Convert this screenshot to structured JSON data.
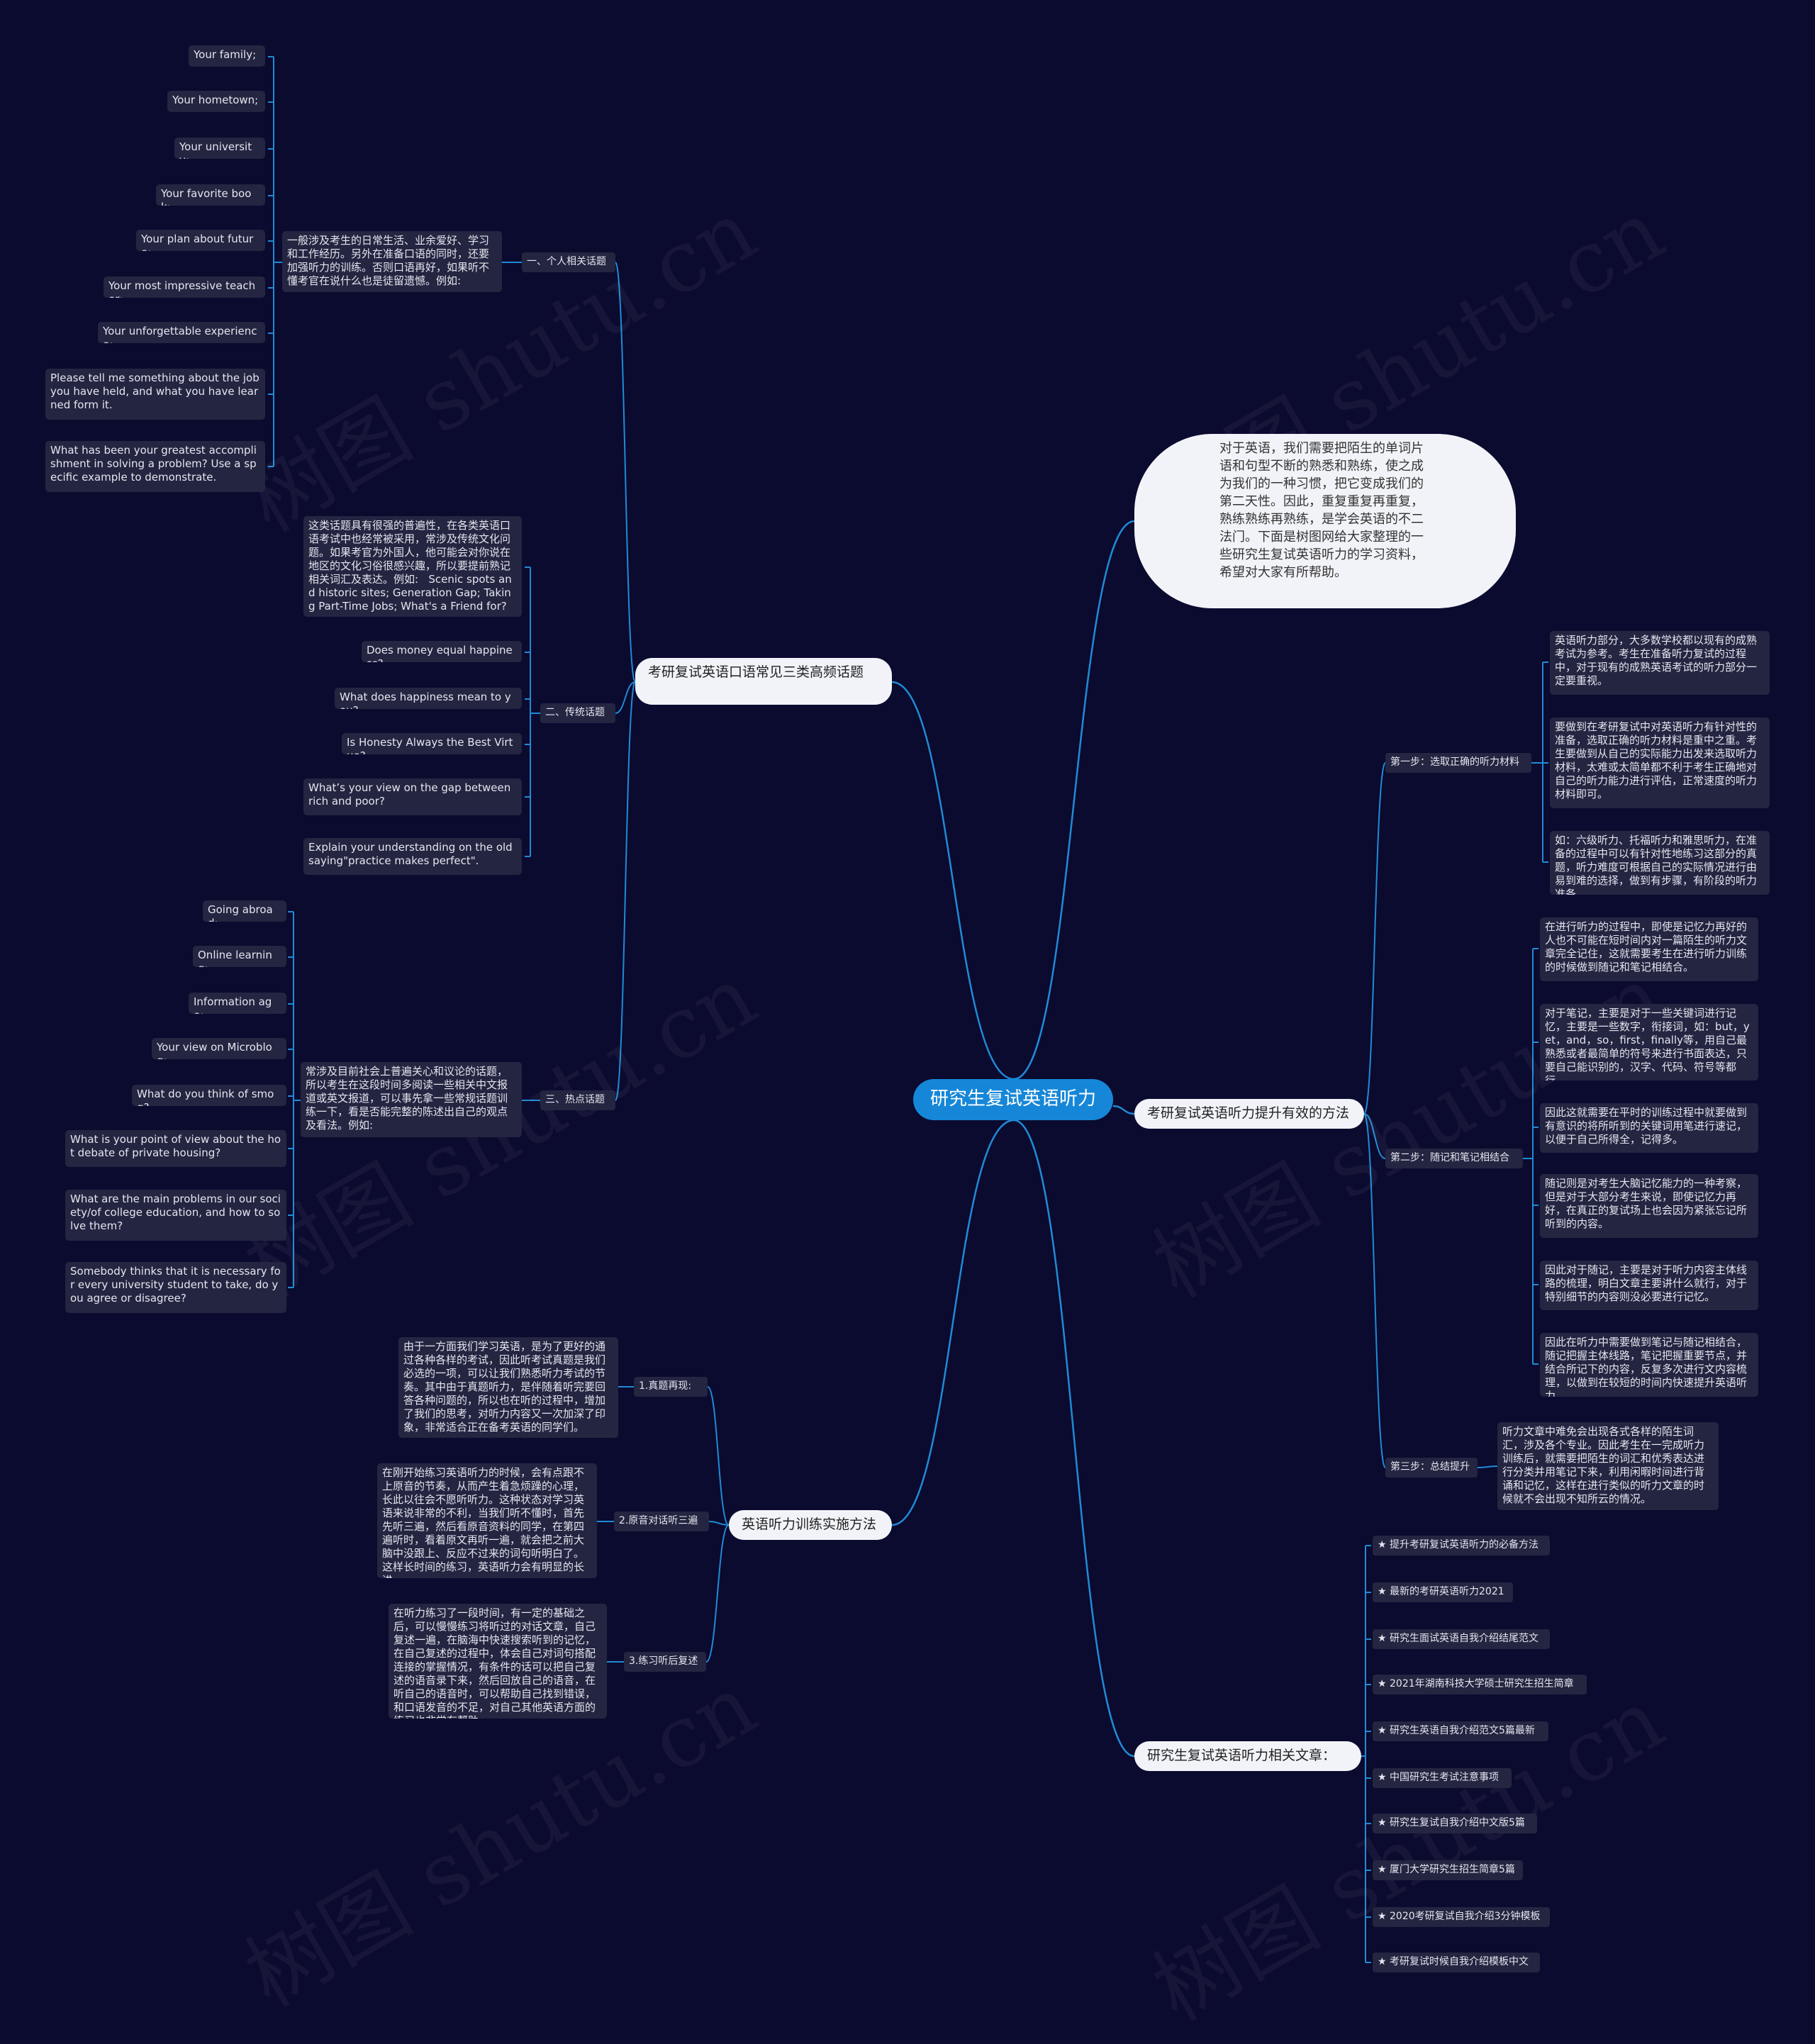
{
  "root": "研究生复试英语听力",
  "watermark": "树图 shutu.cn",
  "colors": {
    "background": "#0b0a2f",
    "line": "#1f8bd6",
    "root": "#1687d8",
    "main_node": "#f2f3f8",
    "leaf": "#242541"
  },
  "intro": "对于英语，我们需要把陌生的单词片语和句型不断的熟悉和熟练，使之成为我们的一种习惯，把它变成我们的第二天性。因此，重复重复再重复，熟练熟练再熟练，是学会英语的不二法门。下面是树图网给大家整理的一些研究生复试英语听力的学习资料，希望对大家有所帮助。",
  "topics": {
    "title": "考研复试英语口语常见三类高频话题",
    "personal": {
      "label": "一、个人相关话题",
      "desc": "一般涉及考生的日常生活、业余爱好、学习和工作经历。另外在准备口语的同时，还要加强听力的训练。否则口语再好，如果听不懂考官在说什么也是徒留遗憾。例如:",
      "items": [
        "Your family;",
        "Your hometown;",
        "Your university;",
        "Your favorite book;",
        "Your plan about future;",
        "Your most impressive teacher;",
        "Your unforgettable experience;",
        "Please tell me something about the job you have held, and what you have learned form it.",
        "What has been your greatest accomplishment in solving a problem? Use a specific example to demonstrate."
      ]
    },
    "traditional": {
      "label": "二、传统话题",
      "items": [
        "这类话题具有很强的普遍性，在各类英语口语考试中也经常被采用，常涉及传统文化问题。如果考官为外国人，他可能会对你说在地区的文化习俗很感兴趣，所以要提前熟记相关词汇及表达。例如:   Scenic spots and historic sites; Generation Gap; Taking Part-Time Jobs; What's a Friend for?",
        "Does money equal happiness?",
        "What does happiness mean to you?",
        "Is Honesty Always the Best Virtue?",
        "What’s your view on the gap between rich and poor?",
        "Explain your understanding on the old saying\"practice makes perfect\"."
      ]
    },
    "hot": {
      "label": "三、热点话题",
      "desc": "常涉及目前社会上普遍关心和议论的话题，所以考生在这段时间多阅读一些相关中文报道或英文报道，可以事先拿一些常规话题训练一下，看是否能完整的陈述出自己的观点及看法。例如:",
      "items": [
        "Going abroad;",
        "Online learning;",
        "Information age;",
        "Your view on Microblog;",
        "What do you think of smog?",
        "What is your point of view about the hot debate of private housing?",
        "What are the main problems in our society/of college education, and how to solve them?",
        "Somebody thinks that it is necessary for every university student to take, do you agree or disagree?"
      ]
    }
  },
  "training": {
    "title": "英语听力训练实施方法",
    "steps": [
      {
        "label": "1.真题再现:",
        "text": "由于一方面我们学习英语，是为了更好的通过各种各样的考试，因此听考试真题是我们必选的一项，可以让我们熟悉听力考试的节奏。其中由于真题听力，是伴随着听完要回答各种问题的，所以也在听的过程中，增加了我们的思考，对听力内容又一次加深了印象，非常适合正在备考英语的同学们。"
      },
      {
        "label": "2.原音对话听三遍",
        "text": "在刚开始练习英语听力的时候，会有点跟不上原音的节奏，从而产生着急烦躁的心理，长此以往会不愿听听力。这种状态对学习英语来说非常的不利，当我们听不懂时，首先先听三遍，然后看原音资料的同学，在第四遍听时，看着原文再听一遍，就会把之前大脑中没跟上、反应不过来的词句听明白了。这样长时间的练习，英语听力会有明显的长进。"
      },
      {
        "label": "3.练习听后复述",
        "text": "在听力练习了一段时间，有一定的基础之后，可以慢慢练习将听过的对话文章，自己复述一遍，在脑海中快速搜索听到的记忆，在自己复述的过程中，体会自己对词句搭配连接的掌握情况，有条件的话可以把自己复述的语音录下来，然后回放自己的语音，在听自己的语音时，可以帮助自己找到错误，和口语发音的不足，对自己其他英语方面的练习也非常有帮助。"
      }
    ]
  },
  "methods": {
    "title": "考研复试英语听力提升有效的方法",
    "steps": [
      {
        "label": "第一步：选取正确的听力材料",
        "items": [
          "英语听力部分，大多数学校都以现有的成熟考试为参考。考生在准备听力复试的过程中，对于现有的成熟英语考试的听力部分一定要重视。",
          "要做到在考研复试中对英语听力有针对性的准备，选取正确的听力材料是重中之重。考生要做到从自己的实际能力出发来选取听力材料，太难或太简单都不利于考生正确地对自己的听力能力进行评估，正常速度的听力材料即可。",
          "如：六级听力、托福听力和雅思听力，在准备的过程中可以有针对性地练习这部分的真题，听力难度可根据自己的实际情况进行由易到难的选择，做到有步骤，有阶段的听力准备。"
        ]
      },
      {
        "label": "第二步：随记和笔记相结合",
        "items": [
          "在进行听力的过程中，即使是记忆力再好的人也不可能在短时间内对一篇陌生的听力文章完全记住，这就需要考生在进行听力训练的时候做到随记和笔记相结合。",
          "对于笔记，主要是对于一些关键词进行记忆，主要是一些数字，衔接词，如：but，yet，and，so，first，finally等，用自己最熟悉或者最简单的符号来进行书面表达，只要自己能识别的，汉字、代码、符号等都行。",
          "因此这就需要在平时的训练过程中就要做到有意识的将所听到的关键词用笔进行速记，以便于自己所得全，记得多。",
          "随记则是对考生大脑记忆能力的一种考察，但是对于大部分考生来说，即使记忆力再好，在真正的复试场上也会因为紧张忘记所听到的内容。",
          "因此对于随记，主要是对于听力内容主体线路的梳理，明白文章主要讲什么就行，对于特别细节的内容则没必要进行记忆。",
          "因此在听力中需要做到笔记与随记相结合，随记把握主体线路，笔记把握重要节点，并结合所记下的内容，反复多次进行文内容梳理，以做到在较短的时间内快速提升英语听力。"
        ]
      },
      {
        "label": "第三步：总结提升",
        "items": [
          "听力文章中难免会出现各式各样的陌生词汇，涉及各个专业。因此考生在一完成听力训练后，就需要把陌生的词汇和优秀表达进行分类并用笔记下来，利用闲暇时间进行背诵和记忆，这样在进行类似的听力文章的时候就不会出现不知所云的情况。"
        ]
      }
    ]
  },
  "articles": {
    "title": "研究生复试英语听力相关文章：",
    "items": [
      "★ 提升考研复试英语听力的必备方法",
      "★ 最新的考研英语听力2021",
      "★ 研究生面试英语自我介绍结尾范文",
      "★ 2021年湖南科技大学硕士研究生招生简章",
      "★ 研究生英语自我介绍范文5篇最新",
      "★ 中国研究生考试注意事项",
      "★ 研究生复试自我介绍中文版5篇",
      "★ 厦门大学研究生招生简章5篇",
      "★ 2020考研复试自我介绍3分钟模板",
      "★ 考研复试时候自我介绍模板中文"
    ]
  }
}
